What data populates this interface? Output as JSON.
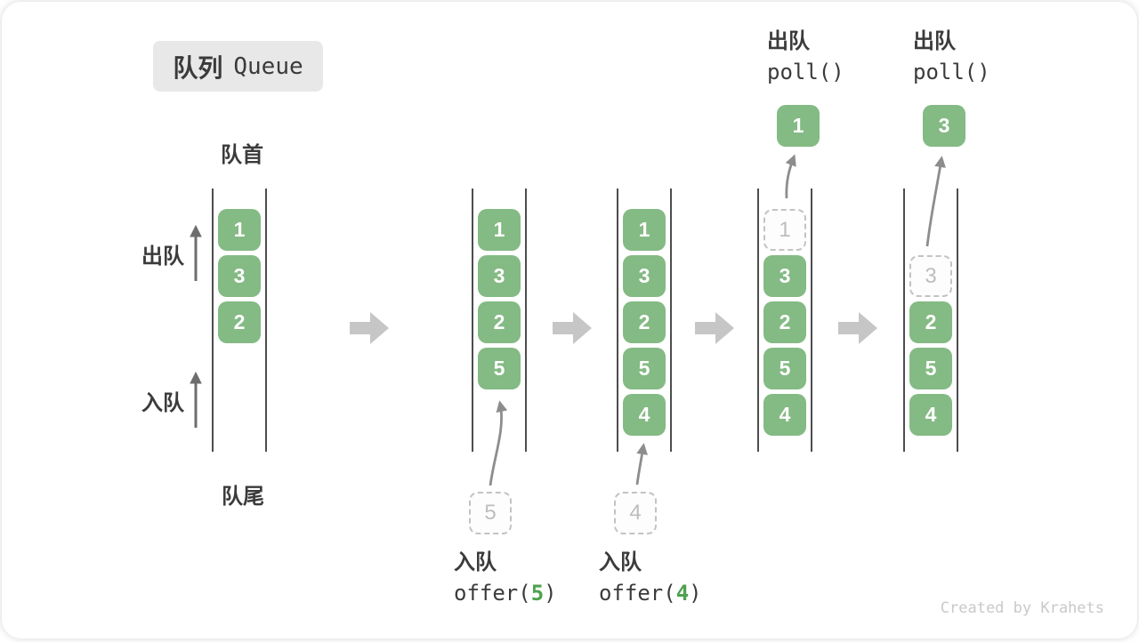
{
  "title": {
    "zh": "队列",
    "en": "Queue"
  },
  "labels": {
    "front": "队首",
    "rear": "队尾",
    "dequeue": "出队",
    "enqueue": "入队"
  },
  "queues": [
    {
      "name": "queue-state-1",
      "slots": [
        {
          "kind": "filled",
          "value": "1"
        },
        {
          "kind": "filled",
          "value": "3"
        },
        {
          "kind": "filled",
          "value": "2"
        }
      ]
    },
    {
      "name": "queue-state-2",
      "slots": [
        {
          "kind": "filled",
          "value": "1"
        },
        {
          "kind": "filled",
          "value": "3"
        },
        {
          "kind": "filled",
          "value": "2"
        },
        {
          "kind": "filled",
          "value": "5"
        }
      ],
      "incoming": "5",
      "operation": {
        "label": "入队",
        "code_prefix": "offer(",
        "code_arg": "5",
        "code_suffix": ")"
      }
    },
    {
      "name": "queue-state-3",
      "slots": [
        {
          "kind": "filled",
          "value": "1"
        },
        {
          "kind": "filled",
          "value": "3"
        },
        {
          "kind": "filled",
          "value": "2"
        },
        {
          "kind": "filled",
          "value": "5"
        },
        {
          "kind": "filled",
          "value": "4"
        }
      ],
      "incoming": "4",
      "operation": {
        "label": "入队",
        "code_prefix": "offer(",
        "code_arg": "4",
        "code_suffix": ")"
      }
    },
    {
      "name": "queue-state-4",
      "slots": [
        {
          "kind": "ghost",
          "value": "1"
        },
        {
          "kind": "filled",
          "value": "3"
        },
        {
          "kind": "filled",
          "value": "2"
        },
        {
          "kind": "filled",
          "value": "5"
        },
        {
          "kind": "filled",
          "value": "4"
        }
      ],
      "outgoing": "1",
      "operation": {
        "label": "出队",
        "code_prefix": "poll()",
        "code_arg": "",
        "code_suffix": ""
      }
    },
    {
      "name": "queue-state-5",
      "slots": [
        {
          "kind": "empty",
          "value": ""
        },
        {
          "kind": "ghost",
          "value": "3"
        },
        {
          "kind": "filled",
          "value": "2"
        },
        {
          "kind": "filled",
          "value": "5"
        },
        {
          "kind": "filled",
          "value": "4"
        }
      ],
      "outgoing": "3",
      "operation": {
        "label": "出队",
        "code_prefix": "poll()",
        "code_arg": "",
        "code_suffix": ""
      }
    }
  ],
  "credit": "Created by Krahets",
  "colors": {
    "box_green": "#84ba84",
    "code_arg_green": "#4ea24e",
    "ghost_gray": "#c3c3c3",
    "block_arrow_gray": "#c6c6c6",
    "title_bg": "#e8e8e8",
    "text_dark": "#3b3b3b",
    "credit_gray": "#c9c9c9"
  }
}
